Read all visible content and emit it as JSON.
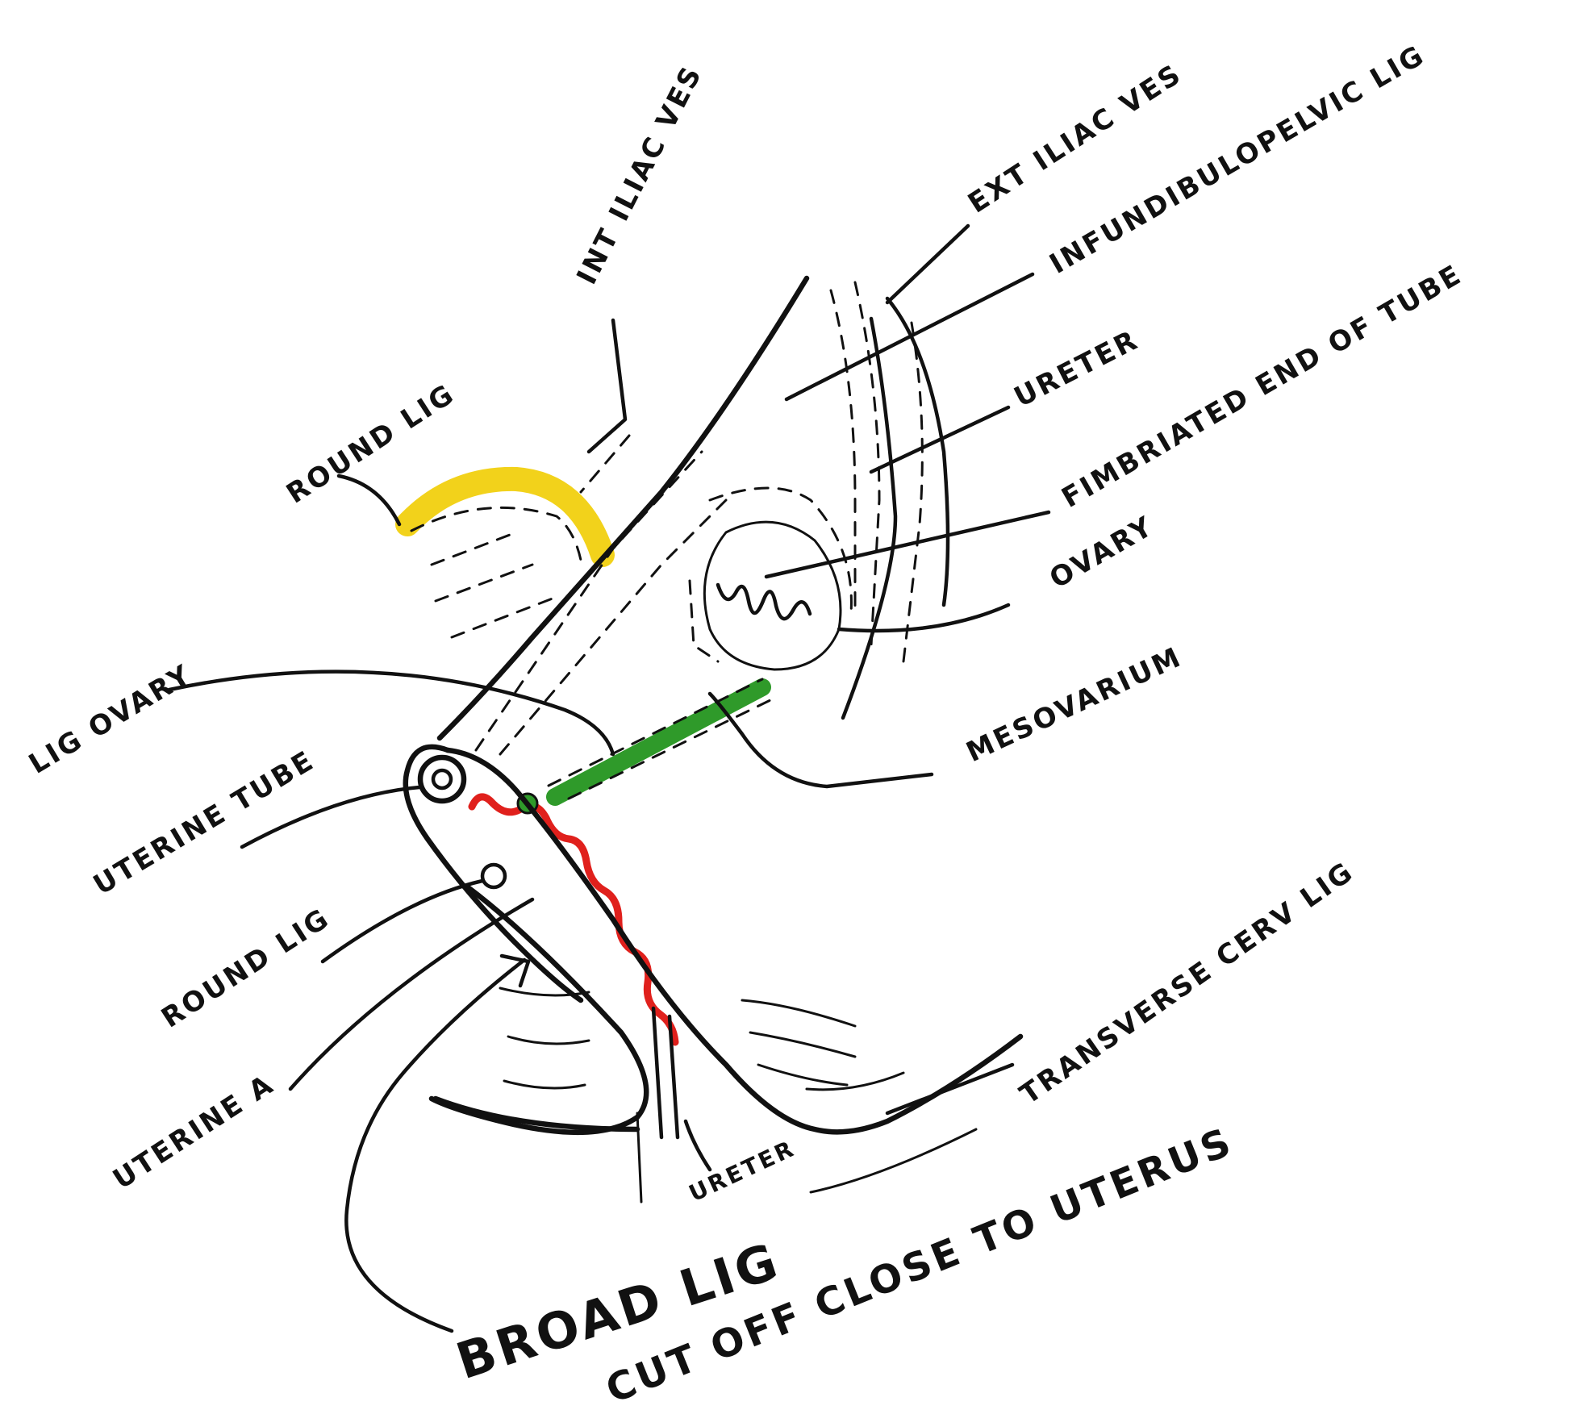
{
  "labels": {
    "round_lig_top": "ROUND LIG",
    "int_iliac_ves": "INT ILIAC VES",
    "ext_iliac_ves": "EXT ILIAC VES",
    "infundibulopelvic_lig": "INFUNDIBULOPELVIC LIG",
    "ureter_top": "URETER",
    "fimbriated_end": "FIMBRIATED END OF TUBE",
    "ovary": "OVARY",
    "lig_ovary": "LIG OVARY",
    "mesovarium": "MESOVARIUM",
    "uterine_tube": "UTERINE TUBE",
    "round_lig_bottom": "ROUND LIG",
    "uterine_a": "UTERINE A",
    "ureter_bottom": "URETER",
    "transverse_cerv_lig": "TRANSVERSE CERV LIG",
    "broad_lig": "BROAD LIG",
    "cut_off_note": "CUT OFF CLOSE TO UTERUS"
  },
  "colors": {
    "round_ligament": "#f2d21b",
    "mesovarium": "#2f9a2a",
    "uterine_artery": "#e0201c",
    "ink": "#111111"
  }
}
